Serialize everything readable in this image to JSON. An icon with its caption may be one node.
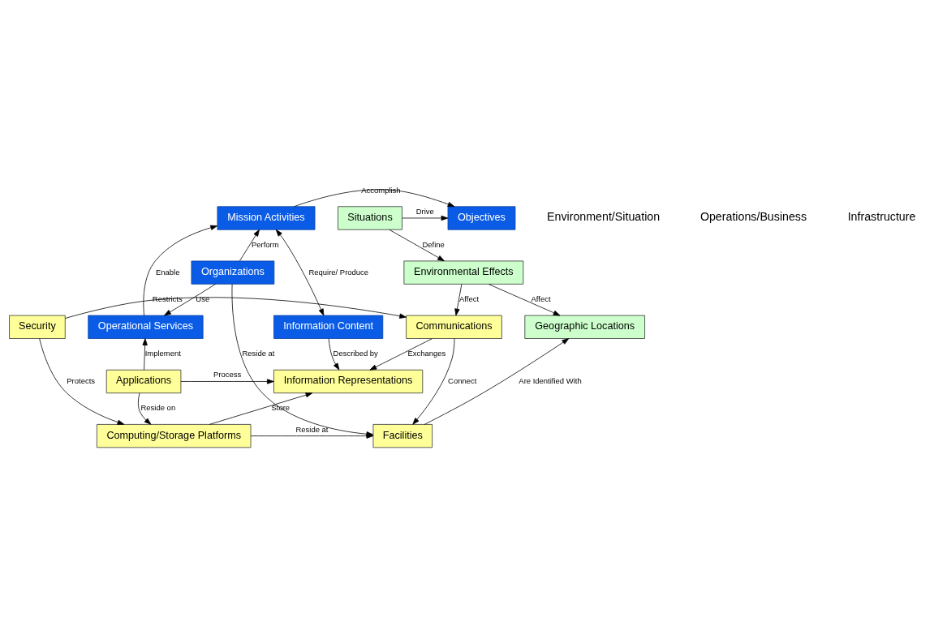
{
  "diagram": {
    "nodes": [
      {
        "text": [
          "Mission Activities"
        ]
      },
      {
        "text": [
          "Objectives"
        ]
      },
      {
        "text": [
          "Situations"
        ]
      },
      {
        "text": [
          "Organizations"
        ]
      },
      {
        "text": [
          "Environmental Effects"
        ]
      },
      {
        "text": [
          "Operational Services"
        ]
      },
      {
        "text": [
          "Information Content"
        ]
      },
      {
        "text": [
          "Geographic Locations"
        ]
      },
      {
        "text": [
          "Applications"
        ]
      },
      {
        "text": [
          "Information Representations"
        ]
      },
      {
        "text": [
          "Security"
        ]
      },
      {
        "text": [
          "Communications"
        ]
      },
      {
        "text": [
          "Computing/Storage Platforms"
        ]
      },
      {
        "text": [
          "Facilities"
        ]
      }
    ],
    "edges": [
      {
        "from": 0,
        "to": 1,
        "arrow": "to",
        "label": "Accomplish"
      },
      {
        "from": 2,
        "to": 1,
        "arrow": "to",
        "label": "Drive"
      },
      {
        "from": 2,
        "to": 4,
        "arrow": "to",
        "label": "Define"
      },
      {
        "from": 3,
        "to": 0,
        "arrow": "to",
        "label": "Perform"
      },
      {
        "from": 0,
        "to": 6,
        "arrow": "both",
        "label": "Require/ Produce"
      },
      {
        "from": 5,
        "to": 0,
        "arrow": "to",
        "label": "Enable"
      },
      {
        "from": 3,
        "to": 5,
        "arrow": "to",
        "label": "Use"
      },
      {
        "from": 3,
        "to": 13,
        "arrow": "to",
        "label": "Reside at"
      },
      {
        "from": 4,
        "to": 7,
        "arrow": "to",
        "label": "Affect"
      },
      {
        "from": 4,
        "to": 11,
        "arrow": "to",
        "label": "Affect"
      },
      {
        "from": 6,
        "to": 9,
        "arrow": "to",
        "label": "Described by"
      },
      {
        "from": 8,
        "to": 5,
        "arrow": "to",
        "label": "Implement"
      },
      {
        "from": 8,
        "to": 9,
        "arrow": "to",
        "label": "Process"
      },
      {
        "from": 8,
        "to": 12,
        "arrow": "to",
        "label": "Reside on"
      },
      {
        "from": 12,
        "to": 9,
        "arrow": "to",
        "label": "Store"
      },
      {
        "from": 10,
        "to": 12,
        "arrow": "to",
        "label": "Protects"
      },
      {
        "from": 10,
        "to": 11,
        "arrow": "to",
        "label": "Restricts"
      },
      {
        "from": 11,
        "to": 9,
        "arrow": "to",
        "label": "Exchanges"
      },
      {
        "from": 11,
        "to": 13,
        "arrow": "to",
        "label": "Connect"
      },
      {
        "from": 12,
        "to": 13,
        "arrow": "to",
        "label": "Reside at"
      },
      {
        "from": 13,
        "to": 7,
        "arrow": "to",
        "label": "Are Identified With"
      }
    ],
    "labels": [
      "Environment/Situation",
      "Operations/Business",
      "Infrastructure"
    ]
  }
}
